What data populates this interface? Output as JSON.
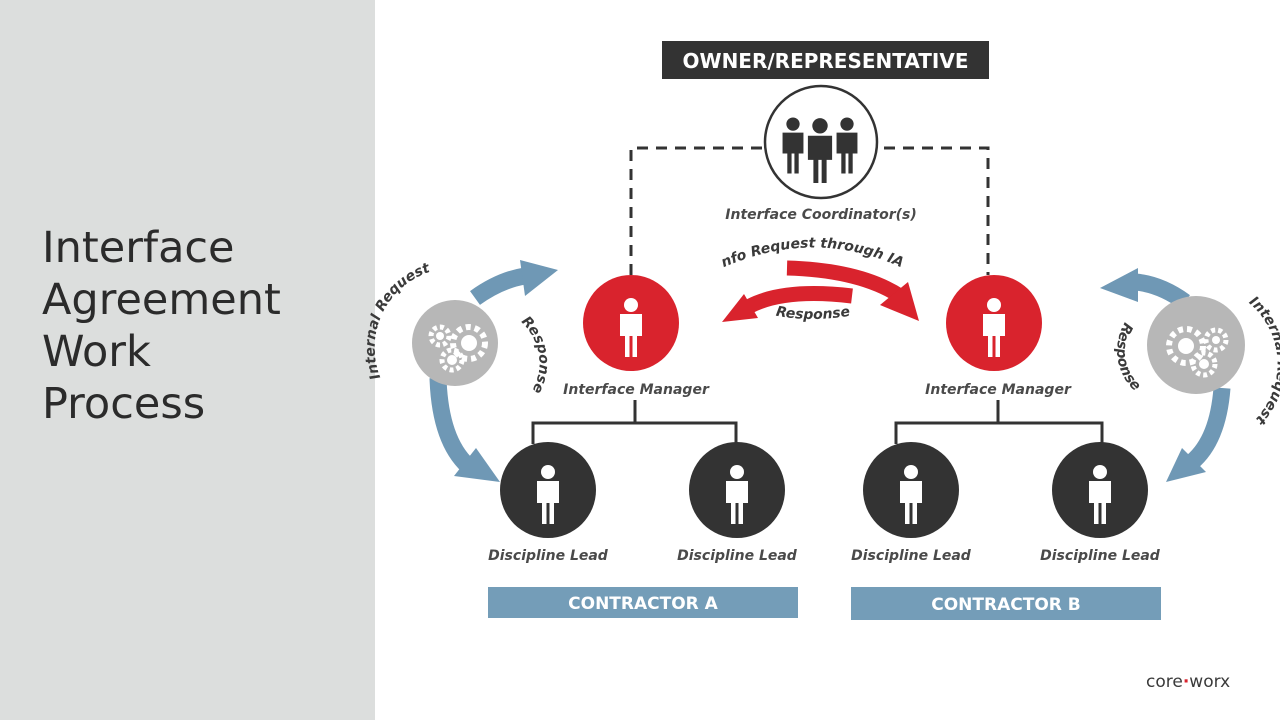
{
  "slide": {
    "title_lines": [
      "Interface",
      "Agreement",
      "Work",
      "Process"
    ]
  },
  "owner": {
    "label": "OWNER/REPRESENTATIVE",
    "coordinator_label": "Interface Coordinator(s)"
  },
  "exchange": {
    "request_label": "Info Request through IA",
    "response_label": "Response"
  },
  "contractor_a": {
    "label": "CONTRACTOR A",
    "manager_label": "Interface Manager",
    "leads": [
      "Discipline Lead",
      "Discipline Lead"
    ],
    "internal_request_label": "Internal Request",
    "internal_response_label": "Response"
  },
  "contractor_b": {
    "label": "CONTRACTOR B",
    "manager_label": "Interface Manager",
    "leads": [
      "Discipline Lead",
      "Discipline Lead"
    ],
    "internal_request_label": "Internal Request",
    "internal_response_label": "Response"
  },
  "brand": {
    "left": "core",
    "dot": "·",
    "right": "worx"
  },
  "colors": {
    "manager_red": "#d9232d",
    "lead_dark": "#333333",
    "contractor_blue": "#749db8",
    "arrow_blue": "#6f98b5",
    "gear_grey": "#b7b7b7",
    "owner_box": "#333333",
    "panel_grey": "#dcdedd"
  },
  "icons": [
    "person-icon",
    "people-group-icon",
    "gears-icon",
    "arrow-icon"
  ]
}
